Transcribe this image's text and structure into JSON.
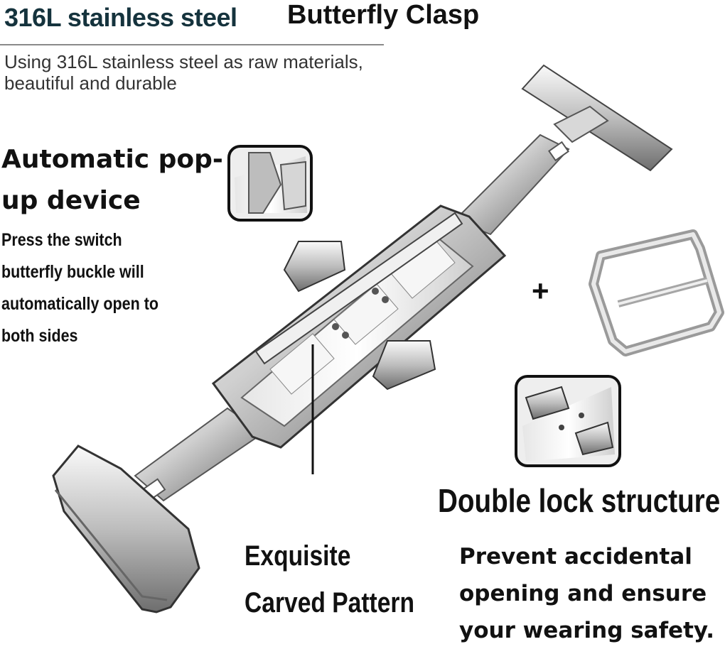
{
  "header": {
    "title_material": "316L stainless steel",
    "title_product": "Butterfly Clasp",
    "description": "Using 316L stainless steel as raw materials, beautiful and durable"
  },
  "features": {
    "auto": {
      "title": "Automatic pop-up device",
      "text": "Press the switch butterfly buckle will automatically open to both sides"
    },
    "lock": {
      "title": "Double lock structure",
      "text": "Prevent accidental opening and ensure your wearing safety."
    },
    "pattern": {
      "title": "Exquisite Carved Pattern"
    }
  },
  "extras": {
    "plus": "+"
  }
}
